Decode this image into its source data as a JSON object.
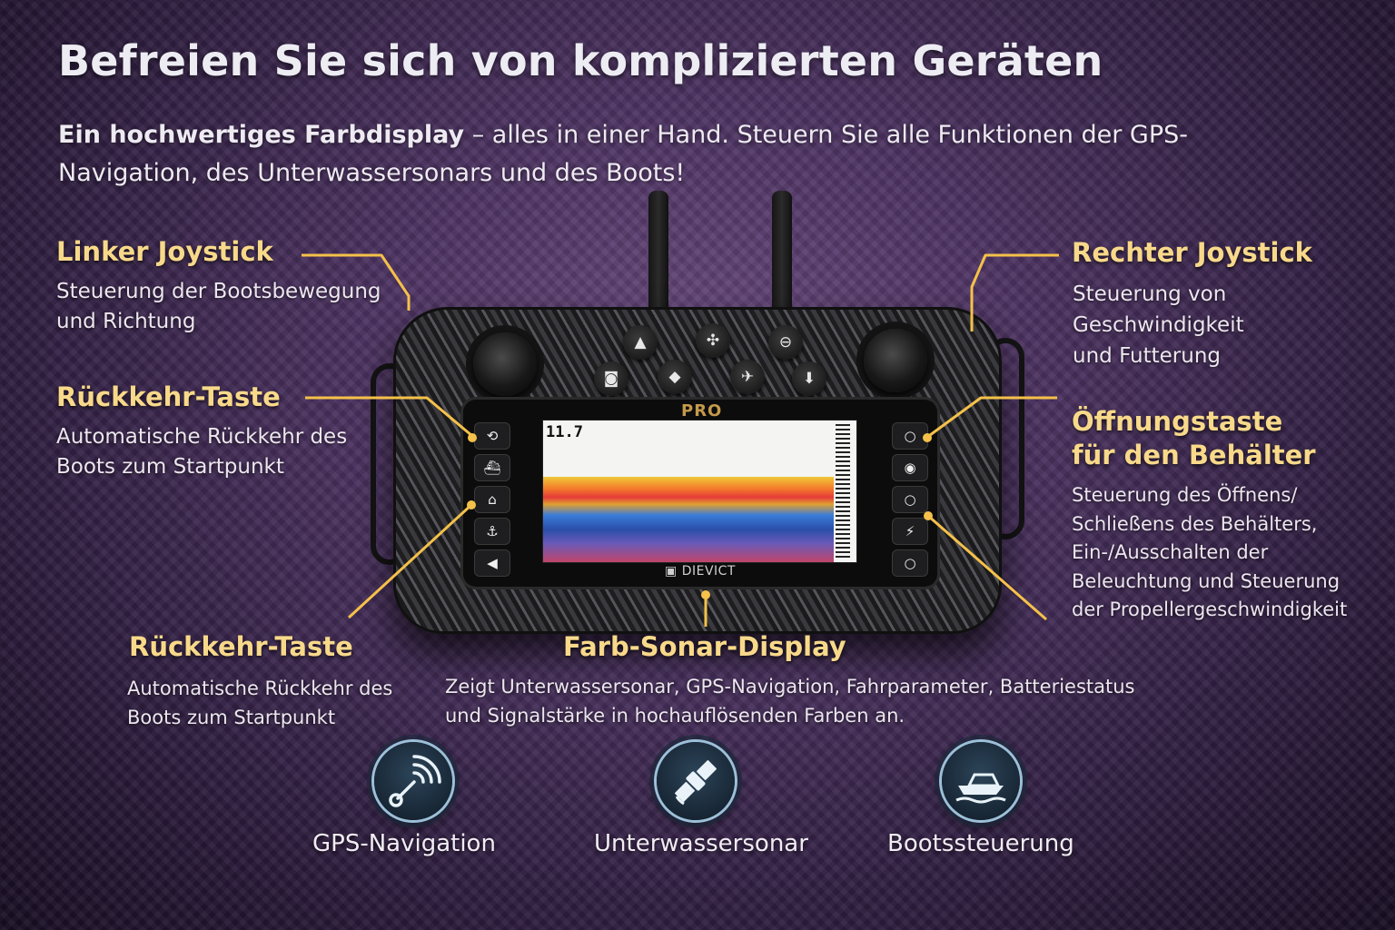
{
  "header": {
    "title": "Befreien Sie sich von komplizierten Geräten",
    "subtitle_bold": "Ein hochwertiges Farbdisplay",
    "subtitle_rest": " – alles in einer Hand. Steuern Sie alle Funktionen der GPS-Navigation, des Unterwassersonars und des Boots!"
  },
  "features": {
    "left_joystick": {
      "title": "Linker Joystick",
      "desc": "Steuerung der Bootsbewegung und Richtung"
    },
    "return_key_1": {
      "title": "Rückkehr-Taste",
      "desc": "Automatische Rückkehr des Boots zum Startpunkt"
    },
    "return_key_2": {
      "title": "Rückkehr-Taste",
      "desc": "Automatische Rückkehr des Boots zum Startpunkt"
    },
    "right_joystick": {
      "title": "Rechter Joystick",
      "desc_lines": [
        "Steuerung von",
        "Geschwindigkeit",
        "und Futterung"
      ]
    },
    "container_key": {
      "title_lines": [
        "Öffnungstaste",
        "für den Behälter"
      ],
      "desc": "Steuerung des Öffnens/ Schließens des Behälters, Ein-/Ausschalten der Beleuchtung und Steuerung der Propellergeschwindigkeit"
    },
    "sonar_display": {
      "title": "Farb-Sonar-Display",
      "desc": "Zeigt Unterwassersonar, GPS-Navigation, Fahrparameter, Batteriestatus und Signalstärke in hochauflösenden Farben an."
    }
  },
  "device": {
    "model_label": "PRO",
    "brand_label": "DIEVICT",
    "depth_reading": "11.7",
    "accent_color": "#f5c14a"
  },
  "bottom_icons": [
    {
      "icon": "gps-navigation-icon",
      "label": "GPS-Navigation"
    },
    {
      "icon": "satellite-icon",
      "label": "Unterwassersonar"
    },
    {
      "icon": "boat-icon",
      "label": "Bootssteuerung"
    }
  ]
}
